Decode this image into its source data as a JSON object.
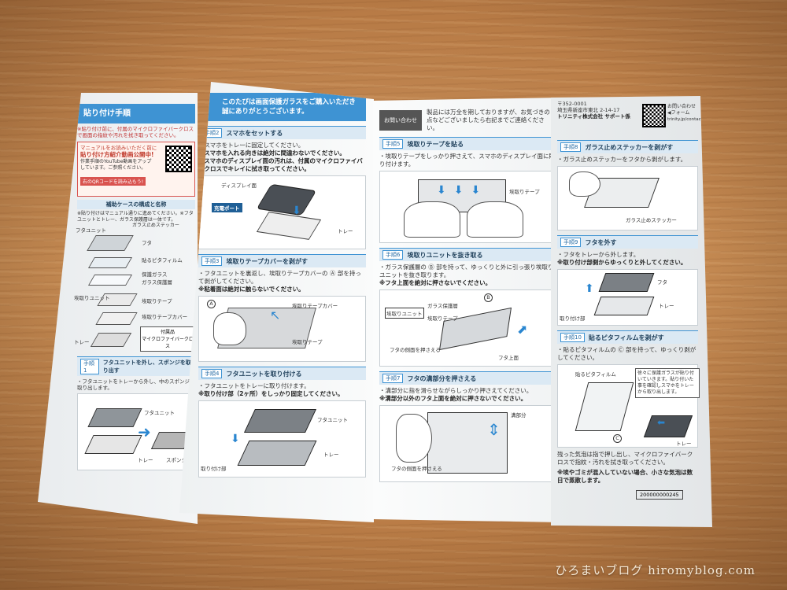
{
  "panel1": {
    "title": "貼り付け手順",
    "note": "※貼り付け前に、付属のマイクロファイバークロスで画面の指紋や汚れを拭き取ってください。",
    "video_box": {
      "line1": "マニュアルをお読みいただく前に",
      "line2": "貼り付け方紹介動画公開中!",
      "line3": "作業手順のYouTube動画をアップしています。ご参照ください。",
      "cta": "右のQRコードを読み込もう!"
    },
    "parts_title": "補助ケースの構成と名称",
    "parts_note": "※貼り付けはマニュアル通りに進めてください。※フタユニットとトレー、ガラス保護層は一体です。",
    "parts_labels": [
      "フタユニット",
      "ガラス止めステッカー",
      "フタ",
      "貼るピタフィルム",
      "保護ガラス",
      "ガラス保護層",
      "埃取りユニット",
      "埃取りテープ",
      "埃取りテープカバー",
      "トレー"
    ],
    "accessory": {
      "line1": "付属品",
      "line2": "マイクロファイバークロス"
    },
    "step1": {
      "num": "手順1",
      "title": "フタユニットを外し、スポンジを取り出す",
      "text": "・フタユニットをトレーから外し、中のスポンジを取り出します。",
      "labels": [
        "フタユニット",
        "トレー",
        "スポンジ"
      ]
    }
  },
  "panel2": {
    "header": "このたびは画面保護ガラスをご購入いただき誠にありがとうございます。",
    "step2": {
      "num": "手順2",
      "title": "スマホをセットする",
      "text": [
        "・スマホをトレーに固定してください。",
        "※スマホを入れる向きは絶対に間違わないでください。",
        "※スマホのディスプレイ面の汚れは、付属のマイクロファイバークロスでキレイに拭き取ってください。"
      ],
      "labels": [
        "ディスプレイ面",
        "充電ポート",
        "トレー"
      ]
    },
    "step3": {
      "num": "手順3",
      "title": "埃取りテープカバーを剥がす",
      "text": [
        "・フタユニットを裏返し、埃取りテープカバーの Ⓐ 部を持って剥がしてください。",
        "※粘着面は絶対に触らないでください。"
      ],
      "labels": [
        "A",
        "埃取りテープカバー",
        "埃取りテープ"
      ]
    },
    "step4": {
      "num": "手順4",
      "title": "フタユニットを取り付ける",
      "text": [
        "・フタユニットをトレーに取り付けます。",
        "※取り付け部（2ヶ所）をしっかり固定してください。"
      ],
      "labels": [
        "フタユニット",
        "取り付け部",
        "トレー"
      ]
    }
  },
  "panel3": {
    "contact": {
      "label": "お問い合わせ",
      "text": "製品には万全を期しておりますが、お気づきの点などございましたら右記までご連絡ください。"
    },
    "step5": {
      "num": "手順5",
      "title": "埃取りテープを貼る",
      "text": "・埃取りテープをしっかり押さえて、スマホのディスプレイ面に貼り付けます。",
      "labels": [
        "埃取りテープ"
      ]
    },
    "step6": {
      "num": "手順6",
      "title": "埃取りユニットを抜き取る",
      "text": [
        "・ガラス保護層の Ⓑ 部を持って、ゆっくりと外に引っ張り埃取りユニットを抜き取ります。",
        "※フタ上面を絶対に押さないでください。"
      ],
      "labels": [
        "B",
        "埃取りユニット",
        "ガラス保護層",
        "埃取りテープ",
        "フタの側面を押さえる",
        "フタ上面"
      ]
    },
    "step7": {
      "num": "手順7",
      "title": "フタの溝部分を押さえる",
      "text": [
        "・溝部分に指を滑らせながらしっかり押さえてください。",
        "※溝部分以外のフタ上面を絶対に押さないでください。"
      ],
      "labels": [
        "溝部分",
        "フタの側面を押さえる"
      ]
    }
  },
  "panel4": {
    "address": {
      "zip": "〒352-0001",
      "addr": "埼玉県新座市東北 2-14-17",
      "company": "トリニティ株式会社 サポート係"
    },
    "contact_links": {
      "line1": "お問い合わせ",
      "line2": "◀フォーム",
      "url": "trinity.jp/contact"
    },
    "step8": {
      "num": "手順8",
      "title": "ガラス止めステッカーを剥がす",
      "text": "・ガラス止めステッカーをフタから剥がします。",
      "labels": [
        "ガラス止めステッカー"
      ]
    },
    "step9": {
      "num": "手順9",
      "title": "フタを外す",
      "text": [
        "・フタをトレーから外します。",
        "※取り付け部側からゆっくりと外してください。"
      ],
      "labels": [
        "フタ",
        "取り付け部",
        "トレー"
      ]
    },
    "step10": {
      "num": "手順10",
      "title": "貼るピタフィルムを剥がす",
      "text": "・貼るピタフィルムの Ⓒ 部を持って、ゆっくり剥がしてください。",
      "labels": [
        "貼るピタフィルム",
        "C",
        "トレー"
      ],
      "hint": "徐々に保護ガラスが貼り付いていきます。貼り付いた事を確認しスマホをトレーから取り出します。"
    },
    "closing": "残った気泡は指で押し出し、マイクロファイバークロスで指紋・汚れを拭き取ってください。",
    "warning": "※埃やゴミが混入していない場合、小さな気泡は数日で蒸散します。",
    "code": "200000000245"
  },
  "watermark": "ひろまいブログ hiromyblog.com"
}
